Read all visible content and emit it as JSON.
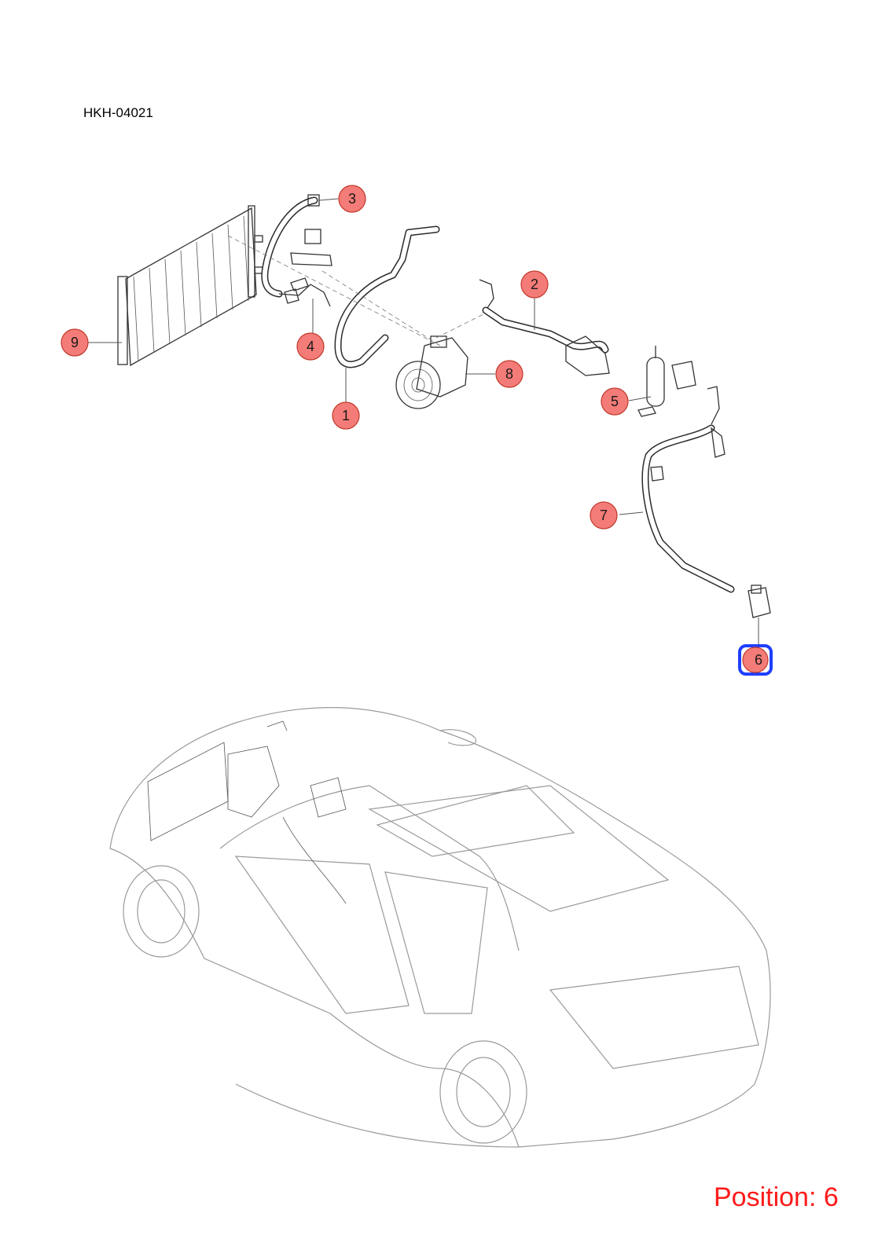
{
  "drawing_code": "HKH-04021",
  "position_label": "Position: 6",
  "callouts": [
    {
      "id": "1",
      "label": "1"
    },
    {
      "id": "2",
      "label": "2"
    },
    {
      "id": "3",
      "label": "3"
    },
    {
      "id": "4",
      "label": "4"
    },
    {
      "id": "5",
      "label": "5"
    },
    {
      "id": "6",
      "label": "6",
      "selected": true
    },
    {
      "id": "7",
      "label": "7"
    },
    {
      "id": "8",
      "label": "8"
    },
    {
      "id": "9",
      "label": "9"
    }
  ],
  "colors": {
    "callout_fill": "#f47c78",
    "selected_outline": "#1f3fff",
    "position_text": "#ff1a1a"
  }
}
